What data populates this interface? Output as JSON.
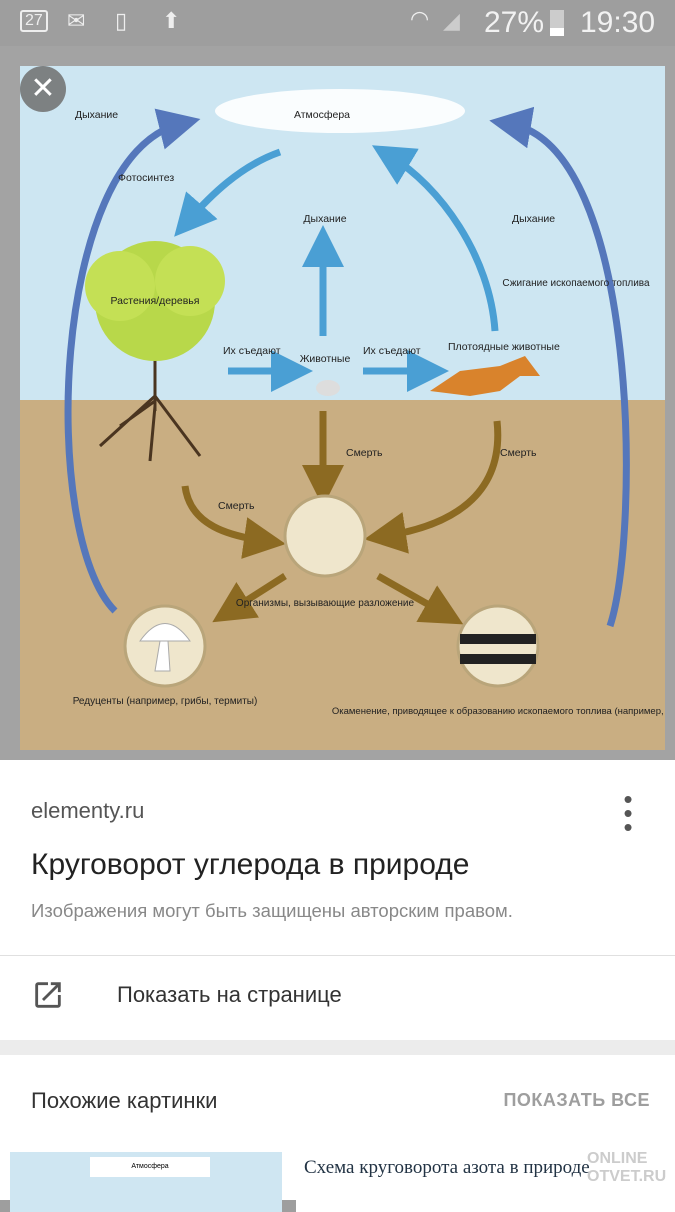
{
  "status_bar": {
    "notif_count": "27",
    "battery": "27%",
    "time": "19:30",
    "icons": [
      "calendar-icon",
      "mail-icon",
      "phone-check-icon",
      "upload-icon",
      "wifi-icon",
      "signal-icon",
      "battery-icon"
    ]
  },
  "diagram": {
    "labels": {
      "atmosphere": "Атмосфера",
      "respiration_left": "Дыхание",
      "photosynthesis": "Фотосинтез",
      "respiration_mid": "Дыхание",
      "respiration_right": "Дыхание",
      "burning": "Сжигание ископаемого топлива",
      "plants": "Растения/деревья",
      "eaten1": "Их съедают",
      "animals": "Животные",
      "eaten2": "Их съедают",
      "carnivores": "Плотоядные животные",
      "death_left": "Смерть",
      "death_mid": "Смерть",
      "death_right": "Смерть",
      "decomposers": "Организмы, вызывающие разложение",
      "reducers": "Редуценты (например, грибы, термиты)",
      "fossil": "Окаменение, приводящее к образованию ископаемого топлива (например, угля)"
    }
  },
  "card": {
    "source": "elementy.ru",
    "title": "Круговорот углерода в природе",
    "copyright": "Изображения могут быть защищены авторским правом.",
    "open_label": "Показать на странице"
  },
  "similar": {
    "title": "Похожие картинки",
    "show_all": "ПОКАЗАТЬ ВСЕ",
    "thumb2_caption": "Схема круговорота азота в природе",
    "thumb1_caption": "Атмосфера",
    "watermark": "ONLINE OTVET.RU"
  }
}
